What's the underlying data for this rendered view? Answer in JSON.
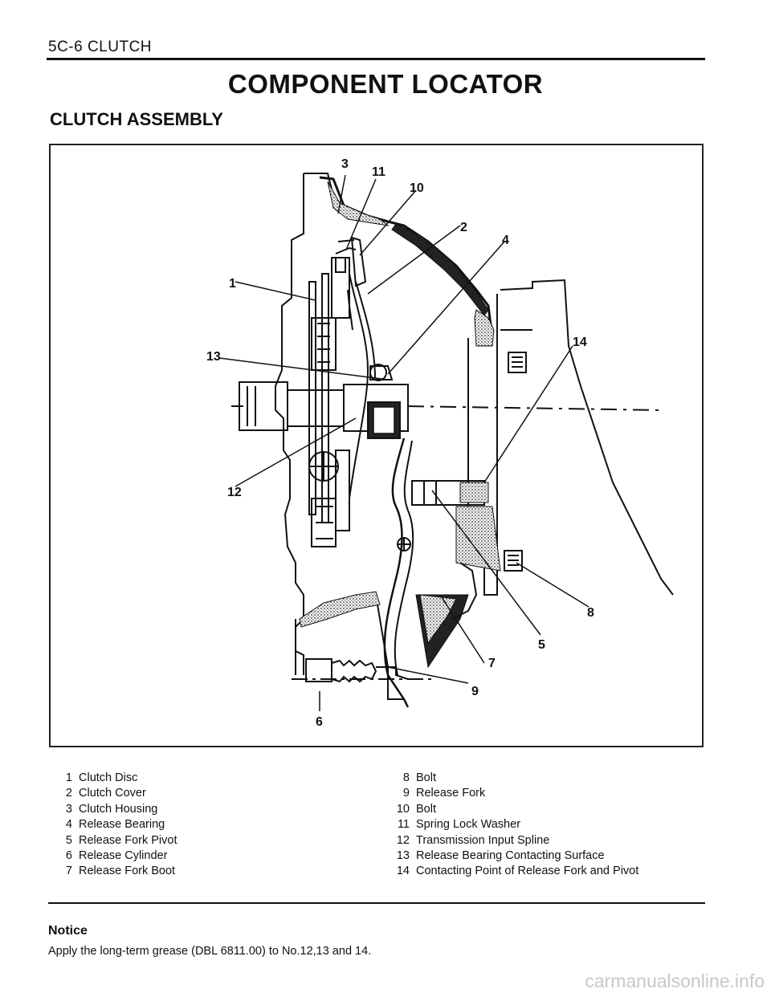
{
  "header": {
    "section": "5C-6 CLUTCH"
  },
  "title": "COMPONENT LOCATOR",
  "subtitle": "CLUTCH ASSEMBLY",
  "figure": {
    "callouts": [
      "1",
      "2",
      "3",
      "4",
      "5",
      "6",
      "7",
      "8",
      "9",
      "10",
      "11",
      "12",
      "13",
      "14"
    ]
  },
  "legend": {
    "left": [
      {
        "num": "1",
        "label": "Clutch Disc"
      },
      {
        "num": "2",
        "label": "Clutch Cover"
      },
      {
        "num": "3",
        "label": "Clutch Housing"
      },
      {
        "num": "4",
        "label": "Release Bearing"
      },
      {
        "num": "5",
        "label": "Release Fork Pivot"
      },
      {
        "num": "6",
        "label": "Release Cylinder"
      },
      {
        "num": "7",
        "label": "Release Fork Boot"
      }
    ],
    "right": [
      {
        "num": "8",
        "label": "Bolt"
      },
      {
        "num": "9",
        "label": "Release Fork"
      },
      {
        "num": "10",
        "label": "Bolt"
      },
      {
        "num": "11",
        "label": "Spring Lock Washer"
      },
      {
        "num": "12",
        "label": "Transmission Input Spline"
      },
      {
        "num": "13",
        "label": "Release Bearing Contacting Surface"
      },
      {
        "num": "14",
        "label": "Contacting Point of Release Fork and Pivot"
      }
    ]
  },
  "notice": {
    "title": "Notice",
    "text": "Apply the long-term grease (DBL 6811.00) to No.12,13 and 14."
  },
  "watermark": "carmanualsonline.info"
}
